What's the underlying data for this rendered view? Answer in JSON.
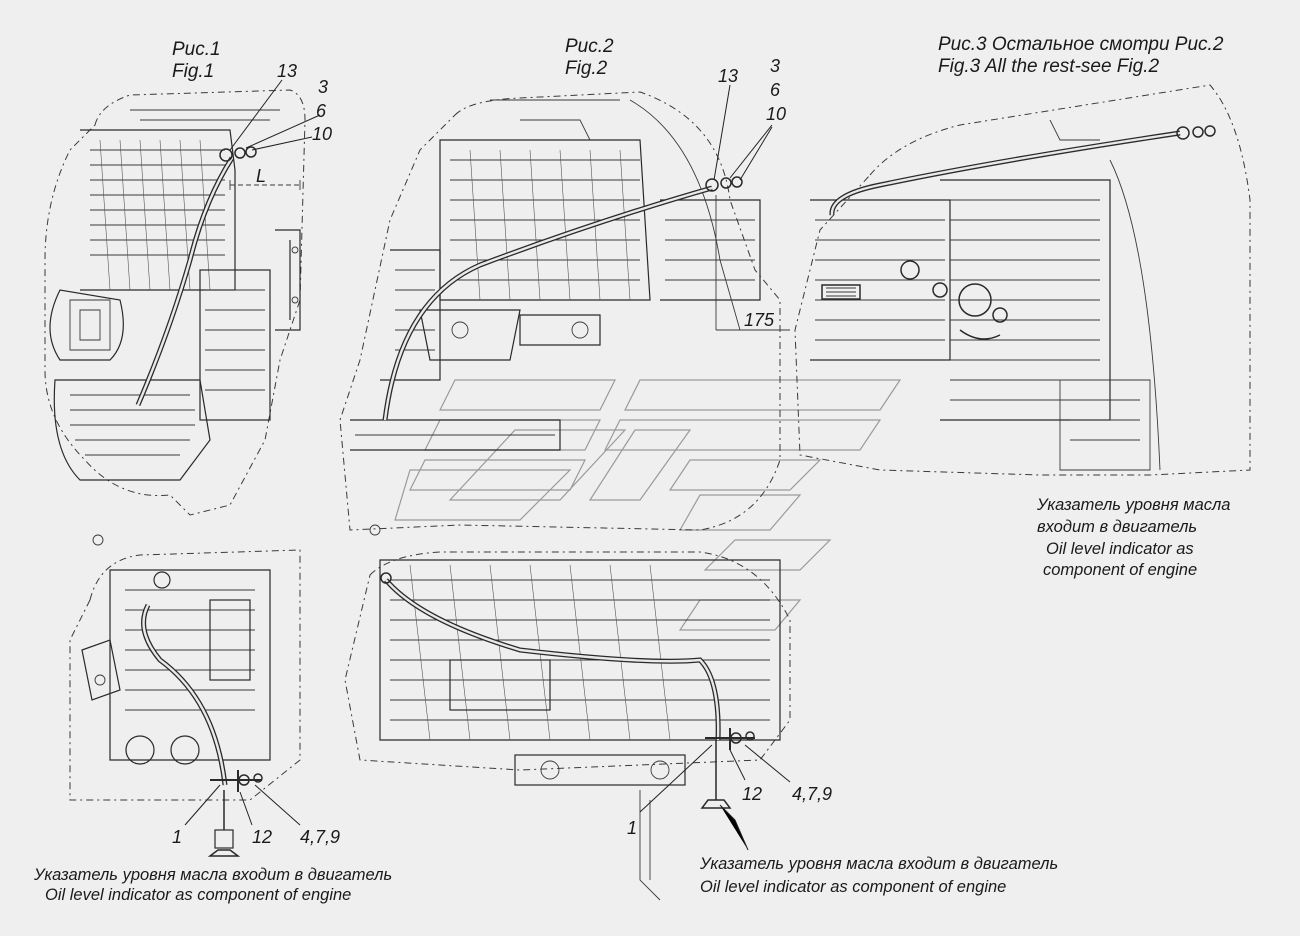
{
  "fig1": {
    "caption_ru": "Рис.1",
    "caption_en": "Fig.1",
    "callout_13": "13",
    "callout_3": "3",
    "callout_6": "6",
    "callout_10": "10",
    "dim_L": "L",
    "callout_1": "1",
    "callout_12": "12",
    "callout_479": "4,7,9",
    "note_ru": "Указатель уровня масла  входит в двигатель",
    "note_en": "Oil level indicator as  component of engine"
  },
  "fig2": {
    "caption_ru": "Рис.2",
    "caption_en": "Fig.2",
    "callout_13": "13",
    "callout_3": "3",
    "callout_6": "6",
    "callout_10": "10",
    "dim_175": "175",
    "callout_1": "1",
    "callout_12": "12",
    "callout_479": "4,7,9",
    "note_ru": "Указатель уровня масла входит в двигатель",
    "note_en": "Oil level indicator as  component of engine"
  },
  "fig3": {
    "caption_ru": "Рис.3  Остальное смотри Рис.2",
    "caption_en": "Fig.3   All the rest-see Fig.2",
    "note_ru_1": "Указатель уровня масла",
    "note_ru_2": "входит в двигатель",
    "note_en_1": "Oil level indicator as",
    "note_en_2": "component of engine"
  }
}
